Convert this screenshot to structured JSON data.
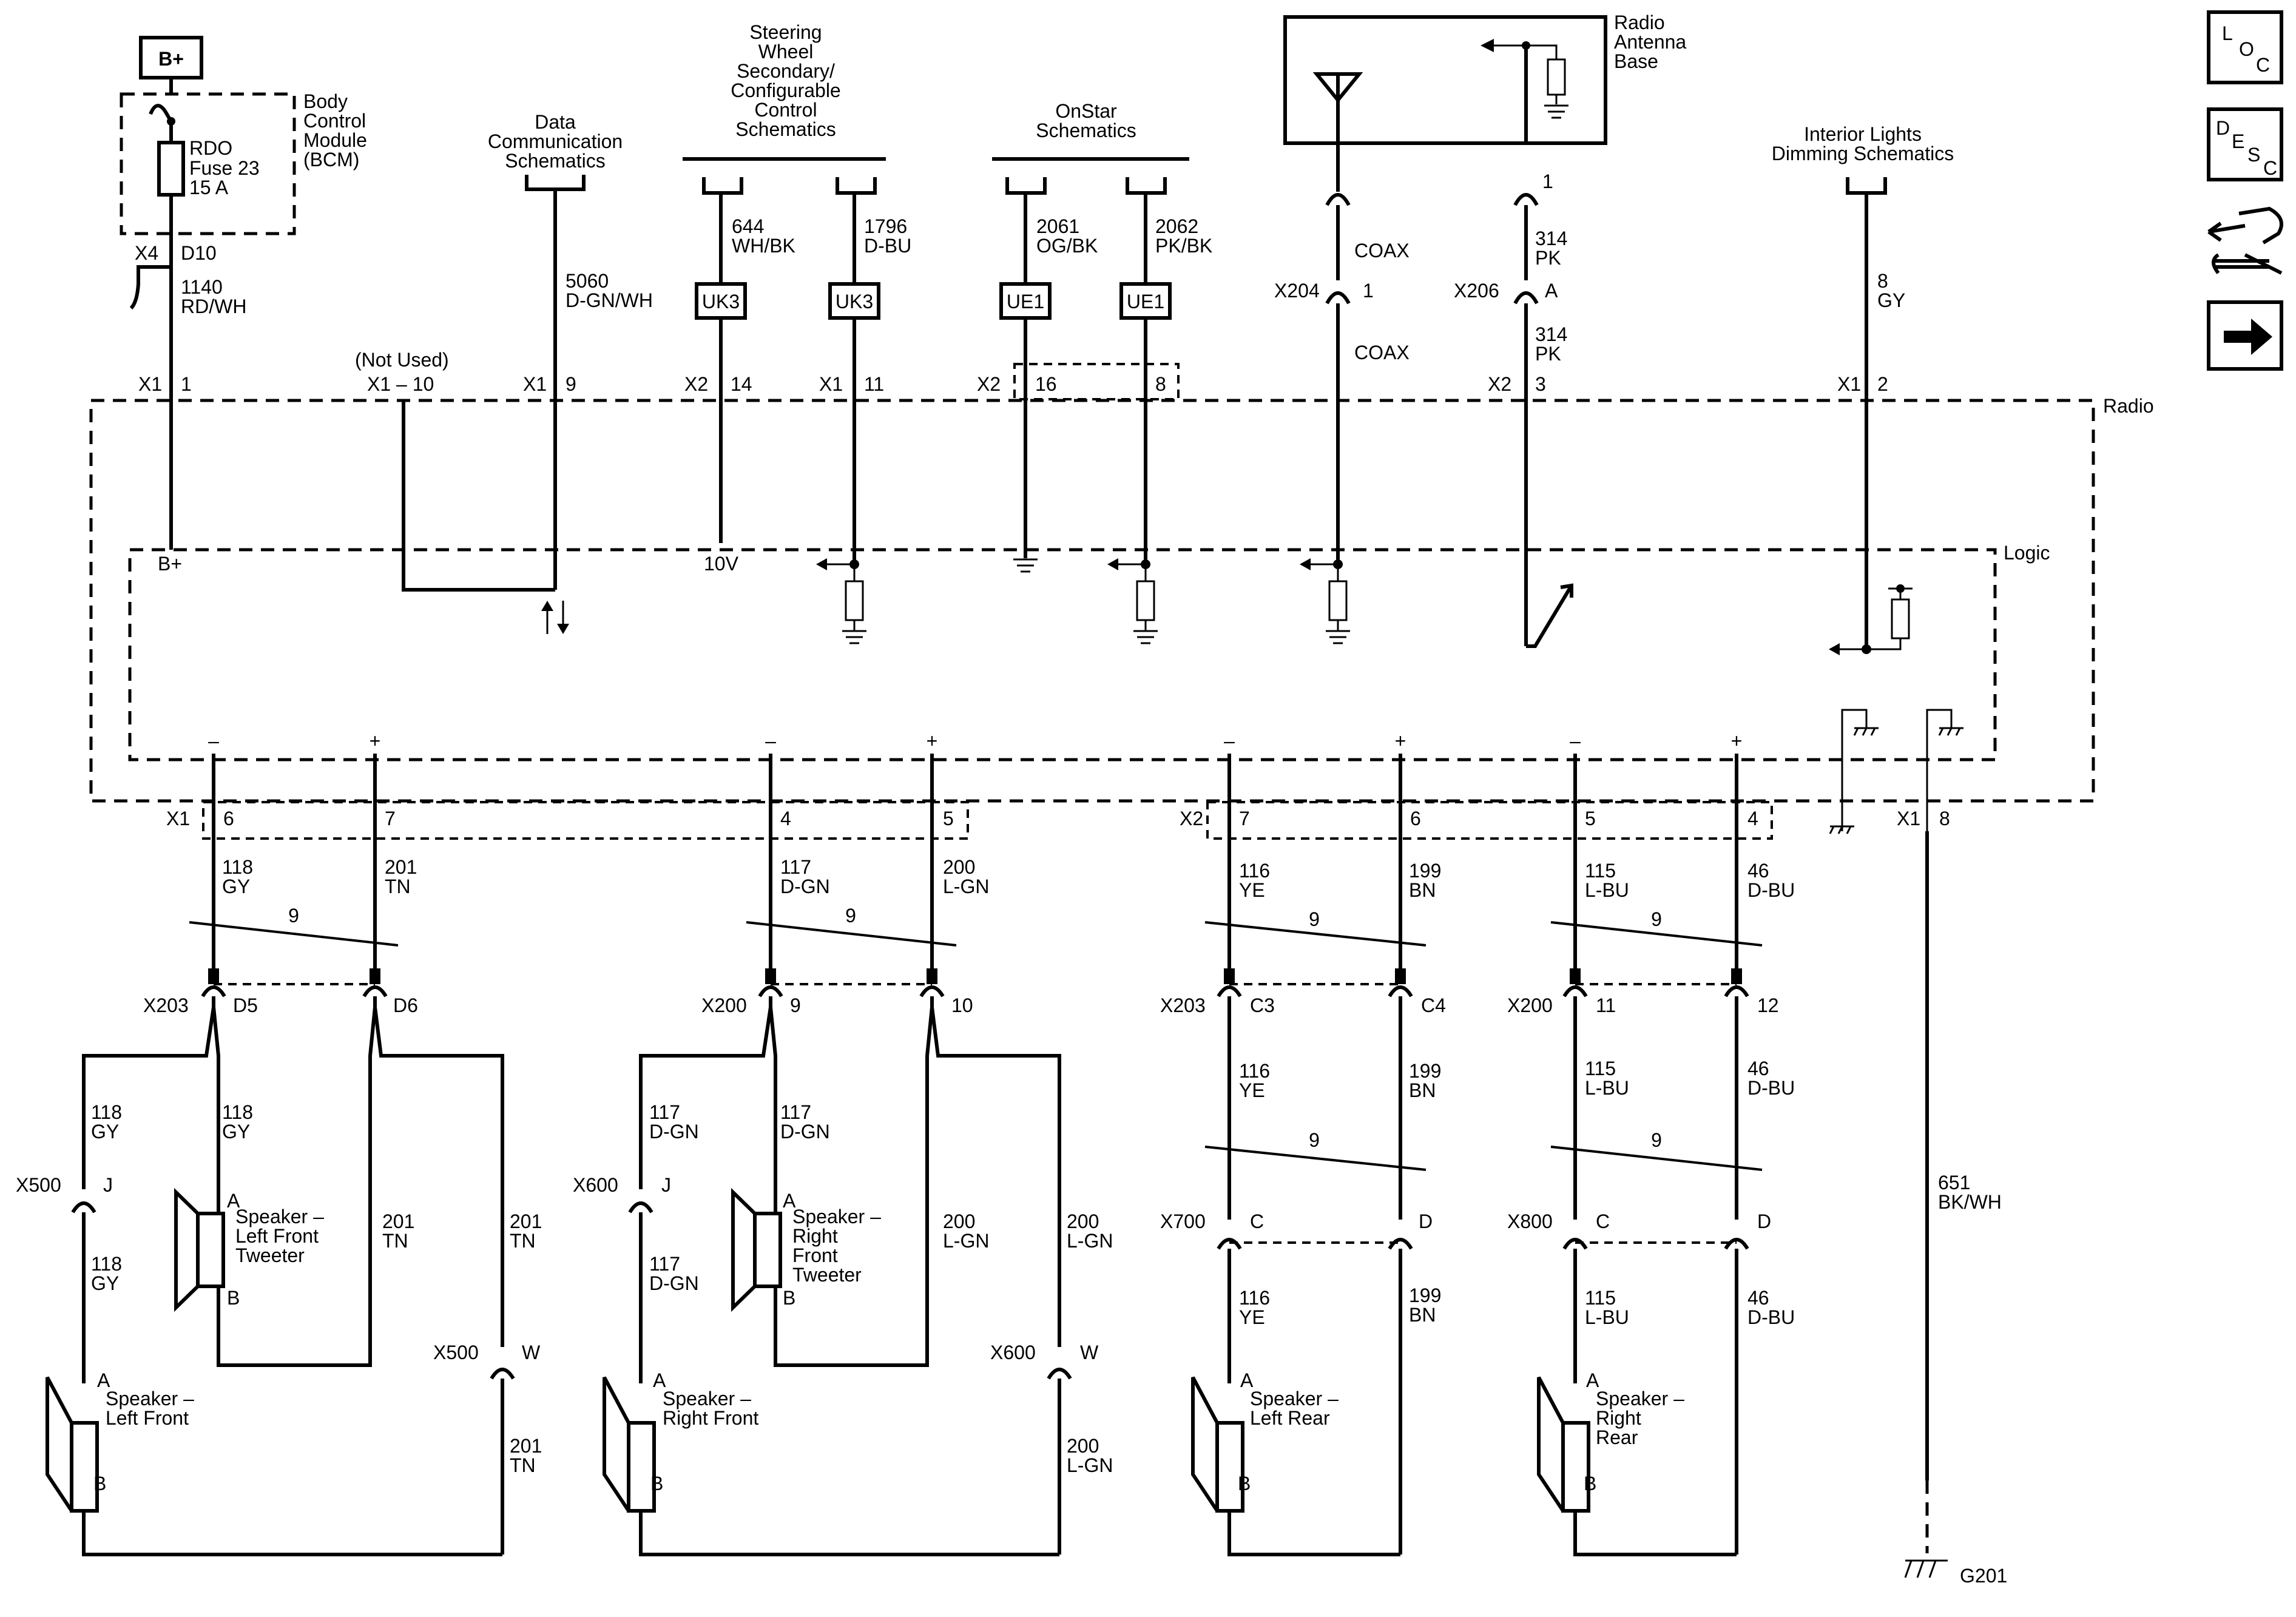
{
  "bplus_box": "B+",
  "bcm": {
    "line1": "Body",
    "line2": "Control",
    "line3": "Module",
    "line4": "(BCM)"
  },
  "fuse": {
    "line1": "RDO",
    "line2": "Fuse 23",
    "line3": "15 A"
  },
  "pin_x4": "X4",
  "pin_d10": "D10",
  "w1140_num": "1140",
  "w1140_col": "RD/WH",
  "data_comm": {
    "line1": "Data",
    "line2": "Communication",
    "line3": "Schematics"
  },
  "w5060_num": "5060",
  "w5060_col": "D-GN/WH",
  "not_used": "(Not Used)",
  "x1_10": "X1 – 10",
  "steering": {
    "line1": "Steering",
    "line2": "Wheel",
    "line3": "Secondary/",
    "line4": "Configurable",
    "line5": "Control",
    "line6": "Schematics"
  },
  "w644_num": "644",
  "w644_col": "WH/BK",
  "w1796_num": "1796",
  "w1796_col": "D-BU",
  "uk3": "UK3",
  "ue1": "UE1",
  "onstar": {
    "line1": "OnStar",
    "line2": "Schematics"
  },
  "w2061_num": "2061",
  "w2061_col": "OG/BK",
  "w2062_num": "2062",
  "w2062_col": "PK/BK",
  "antenna": {
    "line1": "Radio",
    "line2": "Antenna",
    "line3": "Base"
  },
  "coax": "COAX",
  "x204": "X204",
  "x206": "X206",
  "pin_1": "1",
  "pin_a": "A",
  "w314_num": "314",
  "w314_col": "PK",
  "interior": {
    "line1": "Interior Lights",
    "line2": "Dimming Schematics"
  },
  "w8_num": "8",
  "w8_col": "GY",
  "radio": "Radio",
  "logic": "Logic",
  "bplus_in": "B+",
  "v10": "10V",
  "x1": "X1",
  "x2": "X2",
  "top_pins": {
    "p1": "1",
    "p9": "9",
    "p14": "14",
    "p11": "11",
    "p16": "16",
    "p8": "8",
    "p3": "3",
    "p2": "2"
  },
  "bot_pins": {
    "p6": "6",
    "p7": "7",
    "p4": "4",
    "p5": "5",
    "p7b": "7",
    "p6b": "6",
    "p5b": "5",
    "p4b": "4",
    "p8": "8"
  },
  "minus": "–",
  "plus": "+",
  "w118_num": "118",
  "w118_col": "GY",
  "w201_num": "201",
  "w201_col": "TN",
  "w117_num": "117",
  "w117_col": "D-GN",
  "w200_num": "200",
  "w200_col": "L-GN",
  "w116_num": "116",
  "w116_col": "YE",
  "w199_num": "199",
  "w199_col": "BN",
  "w115_num": "115",
  "w115_col": "L-BU",
  "w46_num": "46",
  "w46_col": "D-BU",
  "twist": "9",
  "x203": "X203",
  "x200": "X200",
  "d5": "D5",
  "d6": "D6",
  "p9": "9",
  "p10": "10",
  "c3": "C3",
  "c4": "C4",
  "p11": "11",
  "p12": "12",
  "x500": "X500",
  "x600": "X600",
  "x700": "X700",
  "x800": "X800",
  "pj": "J",
  "pw": "W",
  "pc": "C",
  "pd": "D",
  "spk_a": "A",
  "spk_b": "B",
  "lf_tweeter": {
    "line1": "Speaker –",
    "line2": "Left Front",
    "line3": "Tweeter"
  },
  "rf_tweeter": {
    "line1": "Speaker –",
    "line2": "Right",
    "line3": "Front",
    "line4": "Tweeter"
  },
  "lf": {
    "line1": "Speaker –",
    "line2": "Left Front"
  },
  "rf": {
    "line1": "Speaker –",
    "line2": "Right Front"
  },
  "lr": {
    "line1": "Speaker –",
    "line2": "Left Rear"
  },
  "rr": {
    "line1": "Speaker –",
    "line2": "Right",
    "line3": "Rear"
  },
  "w651_num": "651",
  "w651_col": "BK/WH",
  "g201": "G201",
  "nav": {
    "loc": [
      "L",
      "O",
      "C"
    ],
    "desc": [
      "D",
      "E",
      "S",
      "C"
    ]
  }
}
